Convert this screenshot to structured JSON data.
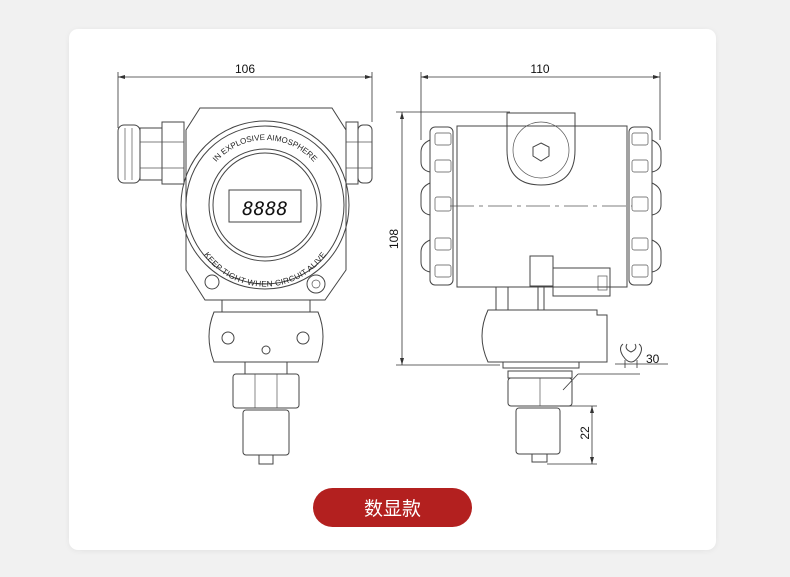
{
  "front_view": {
    "width_dim": "106",
    "ring_text_top": "IN EXPLOSIVE AIMOSPHERE",
    "ring_text_bottom": "KEEP TIGHT WHEN CIRCUIT ALIVE",
    "display_value": "8888"
  },
  "side_view": {
    "width_dim": "110",
    "height_dim": "108",
    "wrench_dim": "30",
    "thread_dim": "22"
  },
  "variant_button": {
    "label": "数显款",
    "color": "#b3201f"
  }
}
